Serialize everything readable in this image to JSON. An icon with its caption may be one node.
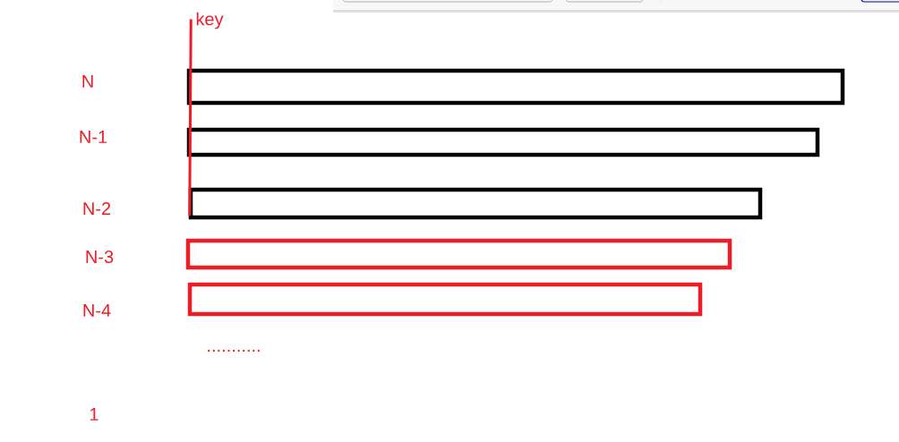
{
  "diagram": {
    "nodes": [
      {
        "text": [],
        "shape": "bar"
      },
      {
        "text": [],
        "shape": "bar"
      },
      {
        "text": [],
        "shape": "bar"
      },
      {
        "text": [],
        "shape": "bar"
      },
      {
        "text": [],
        "shape": "bar"
      },
      {
        "text": [
          "key"
        ]
      }
    ],
    "edges": [
      {
        "from": 5,
        "to": 2,
        "arrow": "none"
      }
    ],
    "labels": [
      "N",
      "N-1",
      "N-2",
      "N-3",
      "N-4",
      "...........",
      "1"
    ]
  }
}
